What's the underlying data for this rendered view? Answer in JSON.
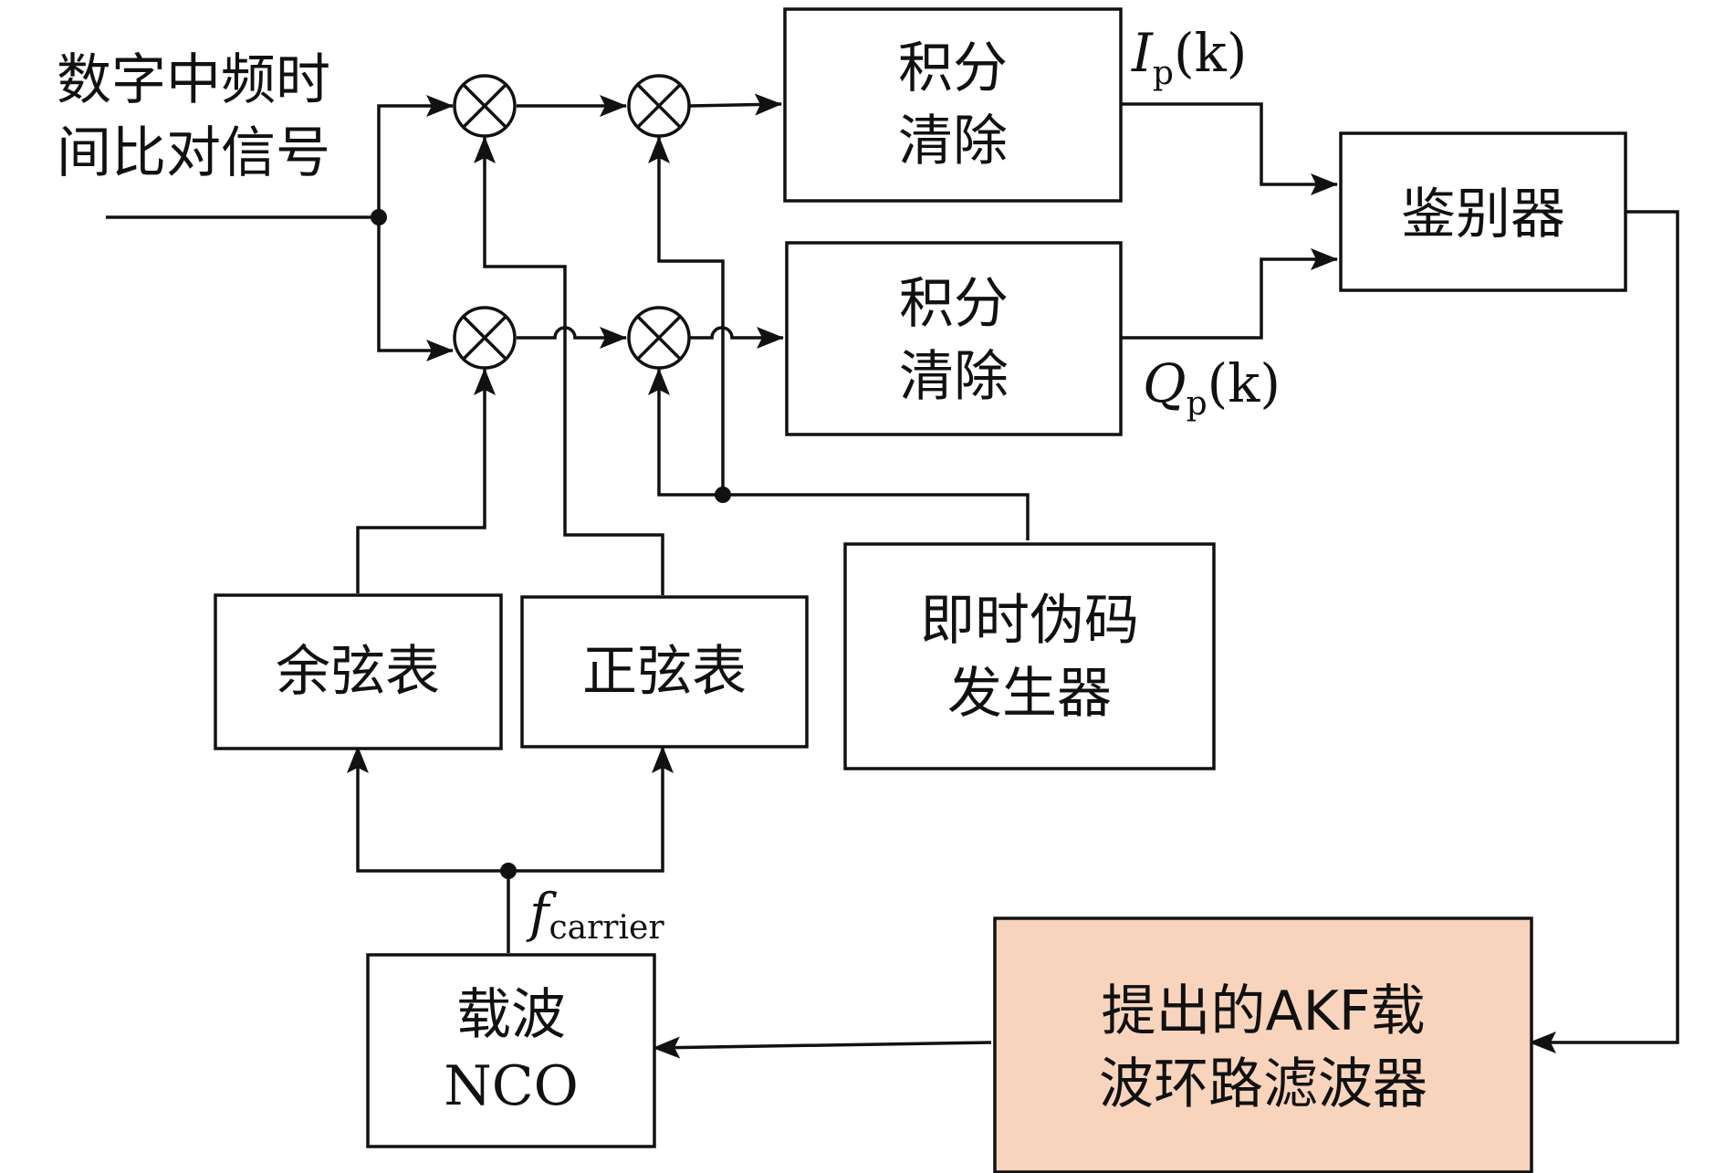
{
  "diagram": {
    "input_label": [
      "数字中频时",
      "间比对信号"
    ],
    "blocks": {
      "integrate_top": [
        "积分",
        "清除"
      ],
      "integrate_bottom": [
        "积分",
        "清除"
      ],
      "discriminator": "鉴别器",
      "cos_table": "余弦表",
      "sin_table": "正弦表",
      "prompt_code_gen": [
        "即时伪码",
        "发生器"
      ],
      "carrier_nco": [
        "载波",
        "NCO"
      ],
      "loop_filter": [
        "提出的AKF载",
        "波环路滤波器"
      ]
    },
    "signals": {
      "ip": {
        "main": "I",
        "sub": "p",
        "arg": "(k)"
      },
      "qp": {
        "main": "Q",
        "sub": "p",
        "arg": "(k)"
      },
      "f_carrier": {
        "main": "f",
        "sub": "carrier"
      }
    },
    "colors": {
      "highlight_fill": "#f8d4bc",
      "line": "#111111"
    }
  }
}
